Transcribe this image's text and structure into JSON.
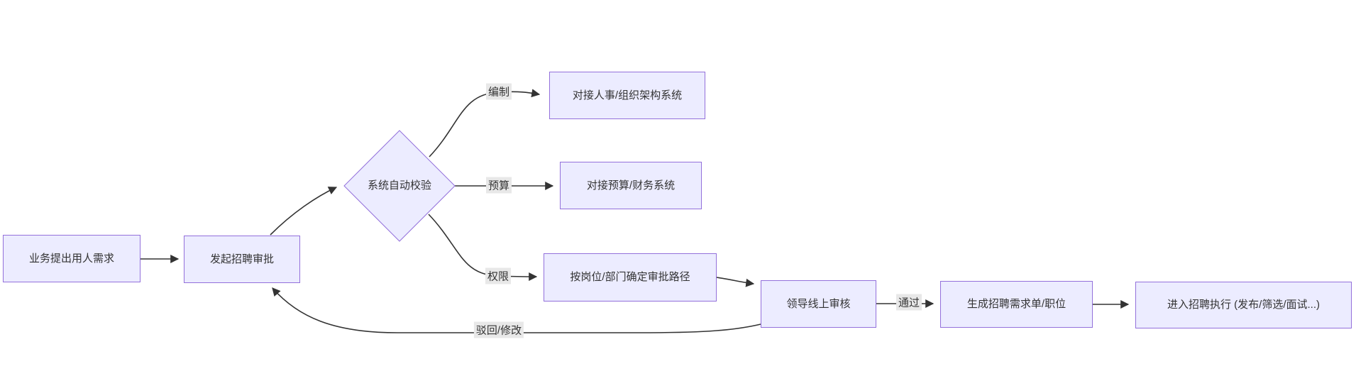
{
  "diagram": {
    "type": "flowchart",
    "direction": "left-to-right",
    "nodes": {
      "business_request": {
        "label": "业务提出用人需求",
        "shape": "rect"
      },
      "initiate_approval": {
        "label": "发起招聘审批",
        "shape": "rect"
      },
      "auto_check": {
        "label": "系统自动校验",
        "shape": "diamond"
      },
      "hr_org_system": {
        "label": "对接人事/组织架构系统",
        "shape": "rect"
      },
      "budget_finance_system": {
        "label": "对接预算/财务系统",
        "shape": "rect"
      },
      "approval_path": {
        "label": "按岗位/部门确定审批路径",
        "shape": "rect"
      },
      "leader_review": {
        "label": "领导线上审核",
        "shape": "rect"
      },
      "generate_requisition": {
        "label": "生成招聘需求单/职位",
        "shape": "rect"
      },
      "recruitment_execution": {
        "label": "进入招聘执行 (发布/筛选/面试...)",
        "shape": "rect"
      }
    },
    "edges": [
      {
        "from": "business_request",
        "to": "initiate_approval",
        "label": ""
      },
      {
        "from": "initiate_approval",
        "to": "auto_check",
        "label": ""
      },
      {
        "from": "auto_check",
        "to": "hr_org_system",
        "label": "编制"
      },
      {
        "from": "auto_check",
        "to": "budget_finance_system",
        "label": "预算"
      },
      {
        "from": "auto_check",
        "to": "approval_path",
        "label": "权限"
      },
      {
        "from": "approval_path",
        "to": "leader_review",
        "label": ""
      },
      {
        "from": "leader_review",
        "to": "generate_requisition",
        "label": "通过"
      },
      {
        "from": "generate_requisition",
        "to": "recruitment_execution",
        "label": ""
      },
      {
        "from": "leader_review",
        "to": "initiate_approval",
        "label": "驳回/修改"
      }
    ],
    "edge_labels": {
      "bianzhi": "编制",
      "yusuan": "预算",
      "quanxian": "权限",
      "tongguo": "通过",
      "bohui": "驳回/修改"
    },
    "colors": {
      "node_fill": "#ECECFF",
      "node_border": "#9370DB",
      "edge": "#333333",
      "edge_label_bg": "#e8e8e8",
      "text": "#333333"
    }
  }
}
